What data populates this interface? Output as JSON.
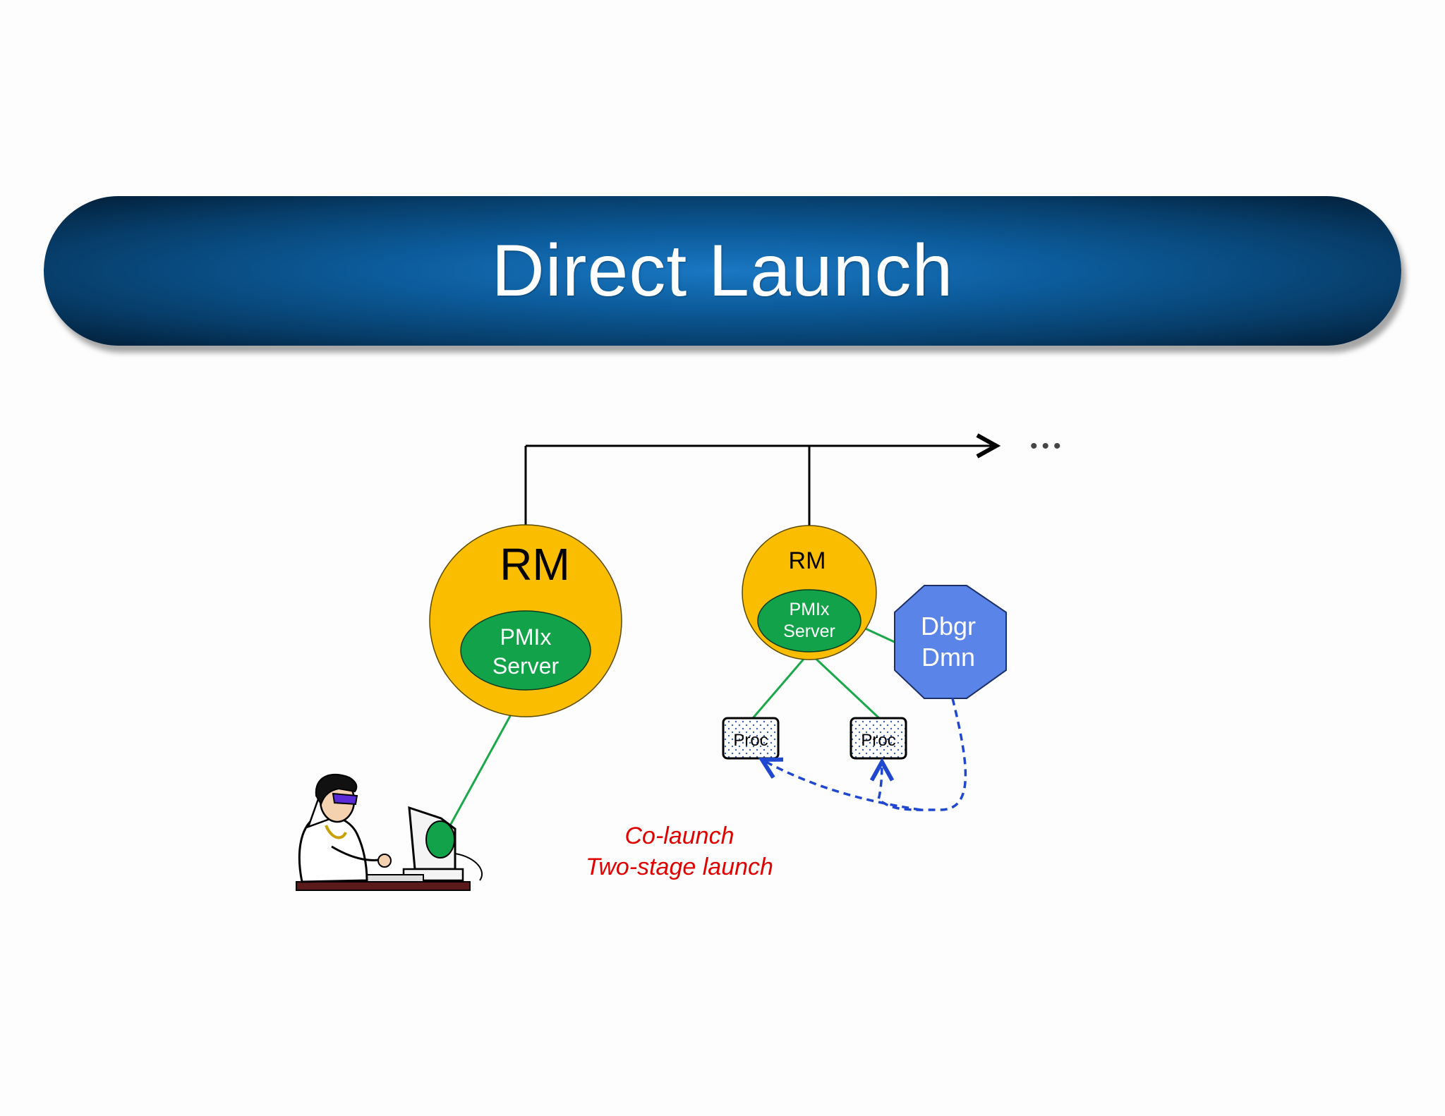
{
  "title": "Direct Launch",
  "ellipsis": "•••",
  "rm_left": {
    "label": "RM",
    "pmix_line1": "PMIx",
    "pmix_line2": "Server"
  },
  "rm_right": {
    "label": "RM",
    "pmix_line1": "PMIx",
    "pmix_line2": "Server"
  },
  "debugger_daemon": {
    "line1": "Dbgr",
    "line2": "Dmn"
  },
  "procs": [
    {
      "label": "Proc"
    },
    {
      "label": "Proc"
    }
  ],
  "caption": {
    "line1": "Co-launch",
    "line2": "Two-stage launch"
  },
  "colors": {
    "rm_fill": "#fbbd00",
    "pmix_fill": "#12a24a",
    "debugger_fill": "#5b84e8",
    "connector_green": "#1aa84a",
    "dashed_blue": "#1f47d0",
    "caption_red": "#e00000",
    "banner_dark": "#021d36",
    "banner_light": "#1a77c2"
  }
}
